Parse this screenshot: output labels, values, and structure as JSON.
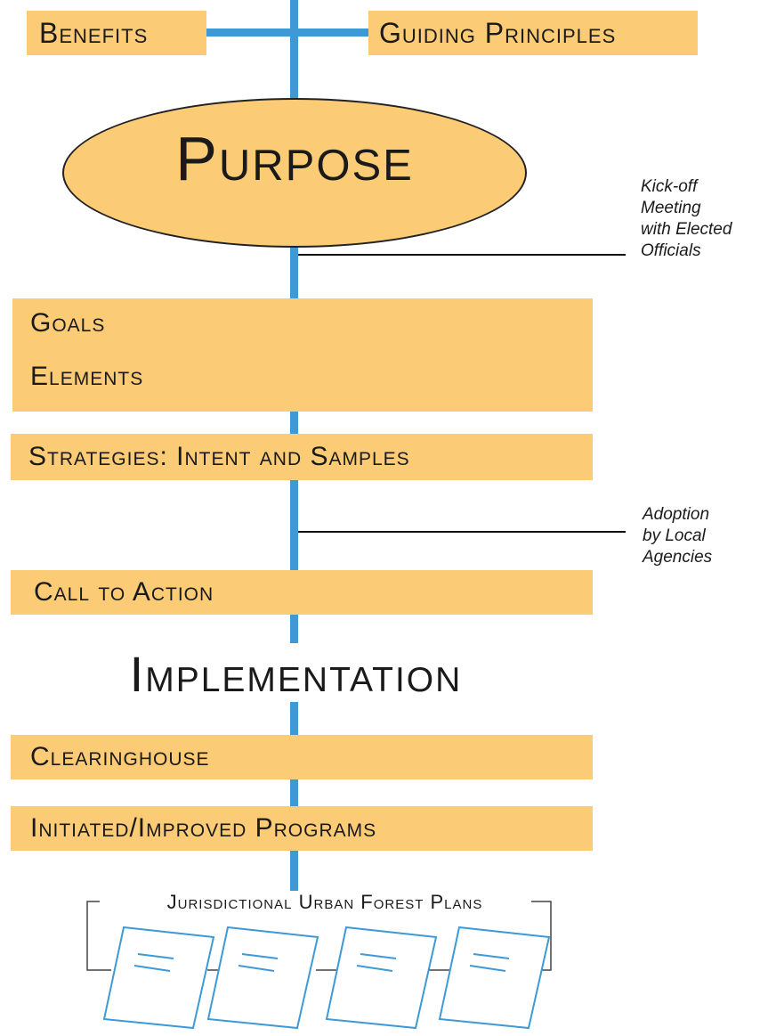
{
  "top": {
    "benefits": "Benefits",
    "guiding_principles": "Guiding Principles"
  },
  "purpose": "Purpose",
  "milestones": {
    "kickoff": [
      "Kick-off",
      "Meeting",
      "with Elected",
      "Officials"
    ],
    "adoption": [
      "Adoption",
      "by Local",
      "Agencies"
    ]
  },
  "plan_sections": {
    "goals": "Goals",
    "elements": "Elements",
    "strategies": "Strategies: Intent and Samples",
    "call_to_action": "Call to Action"
  },
  "implementation": {
    "title": "Implementation",
    "clearinghouse": "Clearinghouse",
    "programs": "Initiated/Improved Programs"
  },
  "plans": {
    "label": "Jurisdictional Urban Forest Plans",
    "document_icons": [
      "document-icon",
      "document-icon",
      "document-icon",
      "document-icon"
    ]
  },
  "colors": {
    "box_fill": "#fbcb75",
    "spine": "#3d9ad6",
    "document_stroke": "#3d9ad6"
  }
}
